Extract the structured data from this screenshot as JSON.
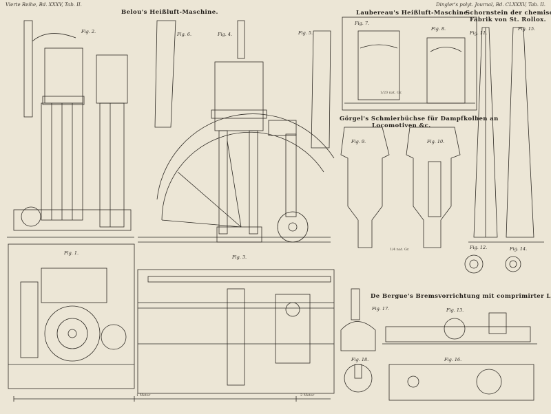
{
  "header": {
    "left": "Vierte Reihe, Bd. XXXV, Tab. II.",
    "right": "Dingler's polyt. Journal, Bd. CLXXXV, Tab. II."
  },
  "titles": {
    "belou": "Belou's Heißluft-Maschine.",
    "laubereau": "Laubereau's Heißluft-Maschine.",
    "schornstein_1": "Schornstein der chemischen",
    "schornstein_2": "Fabrik von St. Rollox.",
    "goergel_1": "Görgel's Schmierbüchse für Dampfkolben an",
    "goergel_2": "Locomotiven &c.",
    "bergue": "De Bergue's Bremsvorrichtung mit comprimirter Luft."
  },
  "figures": {
    "fig1": "Fig. 1.",
    "fig2": "Fig. 2.",
    "fig3": "Fig. 3.",
    "fig4": "Fig. 4.",
    "fig5": "Fig. 5.",
    "fig6": "Fig. 6.",
    "fig7": "Fig. 7.",
    "fig8": "Fig. 8.",
    "fig9": "Fig. 9.",
    "fig10": "Fig. 10.",
    "fig11": "Fig. 11.",
    "fig12": "Fig. 12.",
    "fig13": "Fig. 13.",
    "fig14": "Fig. 14.",
    "fig15": "Fig. 15.",
    "fig16": "Fig. 16.",
    "fig17": "Fig. 17.",
    "fig18": "Fig. 18."
  },
  "scales": {
    "laubereau": "1/20 nat. Gr.",
    "goergel": "1/4 nat. Gr.",
    "bottom_1": "1 Meter",
    "bottom_2": "2 Meter"
  },
  "colors": {
    "paper": "#ece6d6",
    "ink": "#2a2621"
  }
}
